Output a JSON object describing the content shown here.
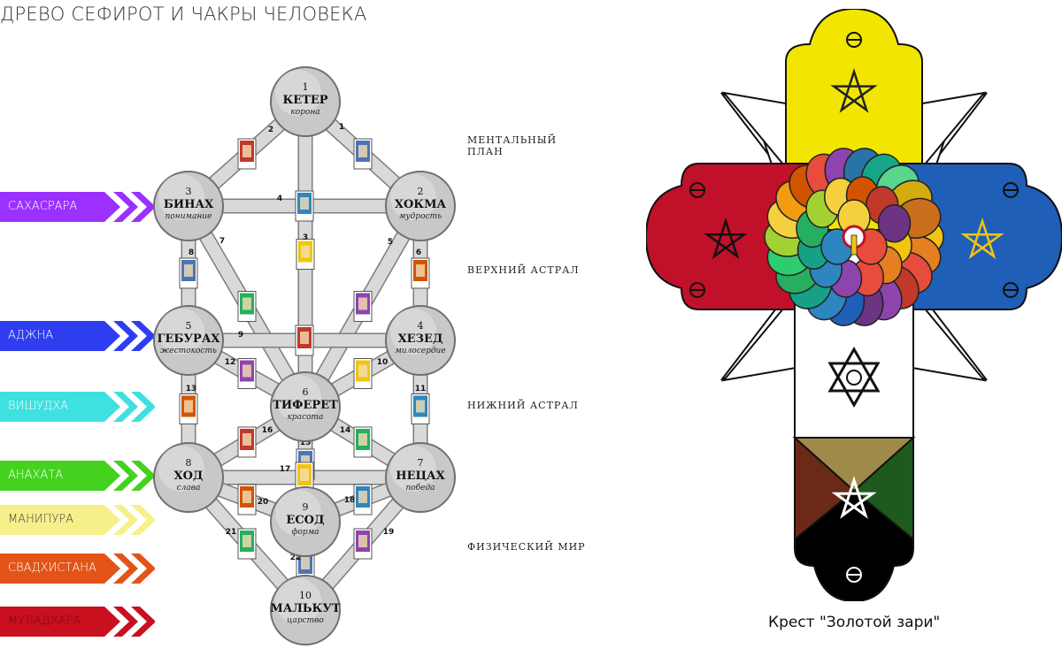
{
  "title": "ДРЕВО СЕФИРОТ И ЧАКРЫ ЧЕЛОВЕКА",
  "chakras": [
    {
      "label": "САХАСРАРА",
      "color": "#9b30ff",
      "text_color": "#ffffff"
    },
    {
      "label": "АДЖНА",
      "color": "#2f3df0",
      "text_color": "#ffffff"
    },
    {
      "label": "ВИШУДХА",
      "color": "#3ee0e0",
      "text_color": "#ffffff"
    },
    {
      "label": "АНАХАТА",
      "color": "#44d21e",
      "text_color": "#ffffff"
    },
    {
      "label": "МАНИПУРА",
      "color": "#f7f08a",
      "text_color": "#444444"
    },
    {
      "label": "СВАДХИСТАНА",
      "color": "#e25417",
      "text_color": "#ffffff"
    },
    {
      "label": "МУЛАДХАРА",
      "color": "#c8101e",
      "text_color": "#7a0a10"
    }
  ],
  "sephirot": [
    {
      "num": "1",
      "name": "КЕТЕР",
      "meaning": "корона"
    },
    {
      "num": "2",
      "name": "ХОКМА",
      "meaning": "мудрость"
    },
    {
      "num": "3",
      "name": "БИНАХ",
      "meaning": "понимание"
    },
    {
      "num": "4",
      "name": "ХЕЗЕД",
      "meaning": "милосердие"
    },
    {
      "num": "5",
      "name": "ГЕБУРАХ",
      "meaning": "жестокость"
    },
    {
      "num": "6",
      "name": "ТИФЕРЕТ",
      "meaning": "красота"
    },
    {
      "num": "7",
      "name": "НЕЦАХ",
      "meaning": "победа"
    },
    {
      "num": "8",
      "name": "ХОД",
      "meaning": "слава"
    },
    {
      "num": "9",
      "name": "ЕСОД",
      "meaning": "форма"
    },
    {
      "num": "10",
      "name": "МАЛЬКУТ",
      "meaning": "царство"
    }
  ],
  "paths": [
    "1",
    "2",
    "3",
    "4",
    "5",
    "6",
    "7",
    "8",
    "9",
    "10",
    "11",
    "12",
    "13",
    "14",
    "15",
    "16",
    "17",
    "18",
    "19",
    "20",
    "21",
    "22"
  ],
  "planes": [
    {
      "label": "МЕНТАЛЬНЫЙ ПЛАН"
    },
    {
      "label": "ВЕРХНИЙ АСТРАЛ"
    },
    {
      "label": "НИЖНИЙ АСТРАЛ"
    },
    {
      "label": "ФИЗИЧЕСКИЙ МИР"
    }
  ],
  "caption": "Крест \"Золотой зари\"",
  "colors": {
    "sphere": "#c8c8c8",
    "path": "#d9d9d9",
    "cross_top": "#f2e600",
    "cross_left": "#c0102a",
    "cross_right": "#1f5fb8",
    "cross_bottom_black": "#000000",
    "cross_bottom_olive": "#1e5a1e",
    "cross_bottom_brown": "#6b2a18"
  }
}
